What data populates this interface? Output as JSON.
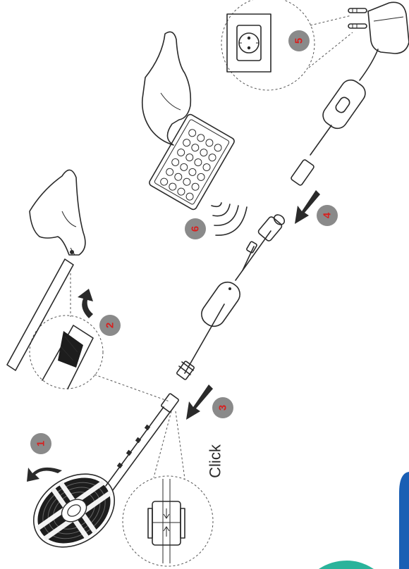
{
  "steps": [
    {
      "number": "1"
    },
    {
      "number": "2"
    },
    {
      "number": "3"
    },
    {
      "number": "4"
    },
    {
      "number": "5"
    },
    {
      "number": "6"
    }
  ],
  "click_label": "Click",
  "colors": {
    "badge_fill": "#8a8a8a",
    "badge_text": "#d6201f",
    "line": "#2a2a2a",
    "accent_blue": "#1a5fb4",
    "accent_teal": "#2bb39b"
  }
}
